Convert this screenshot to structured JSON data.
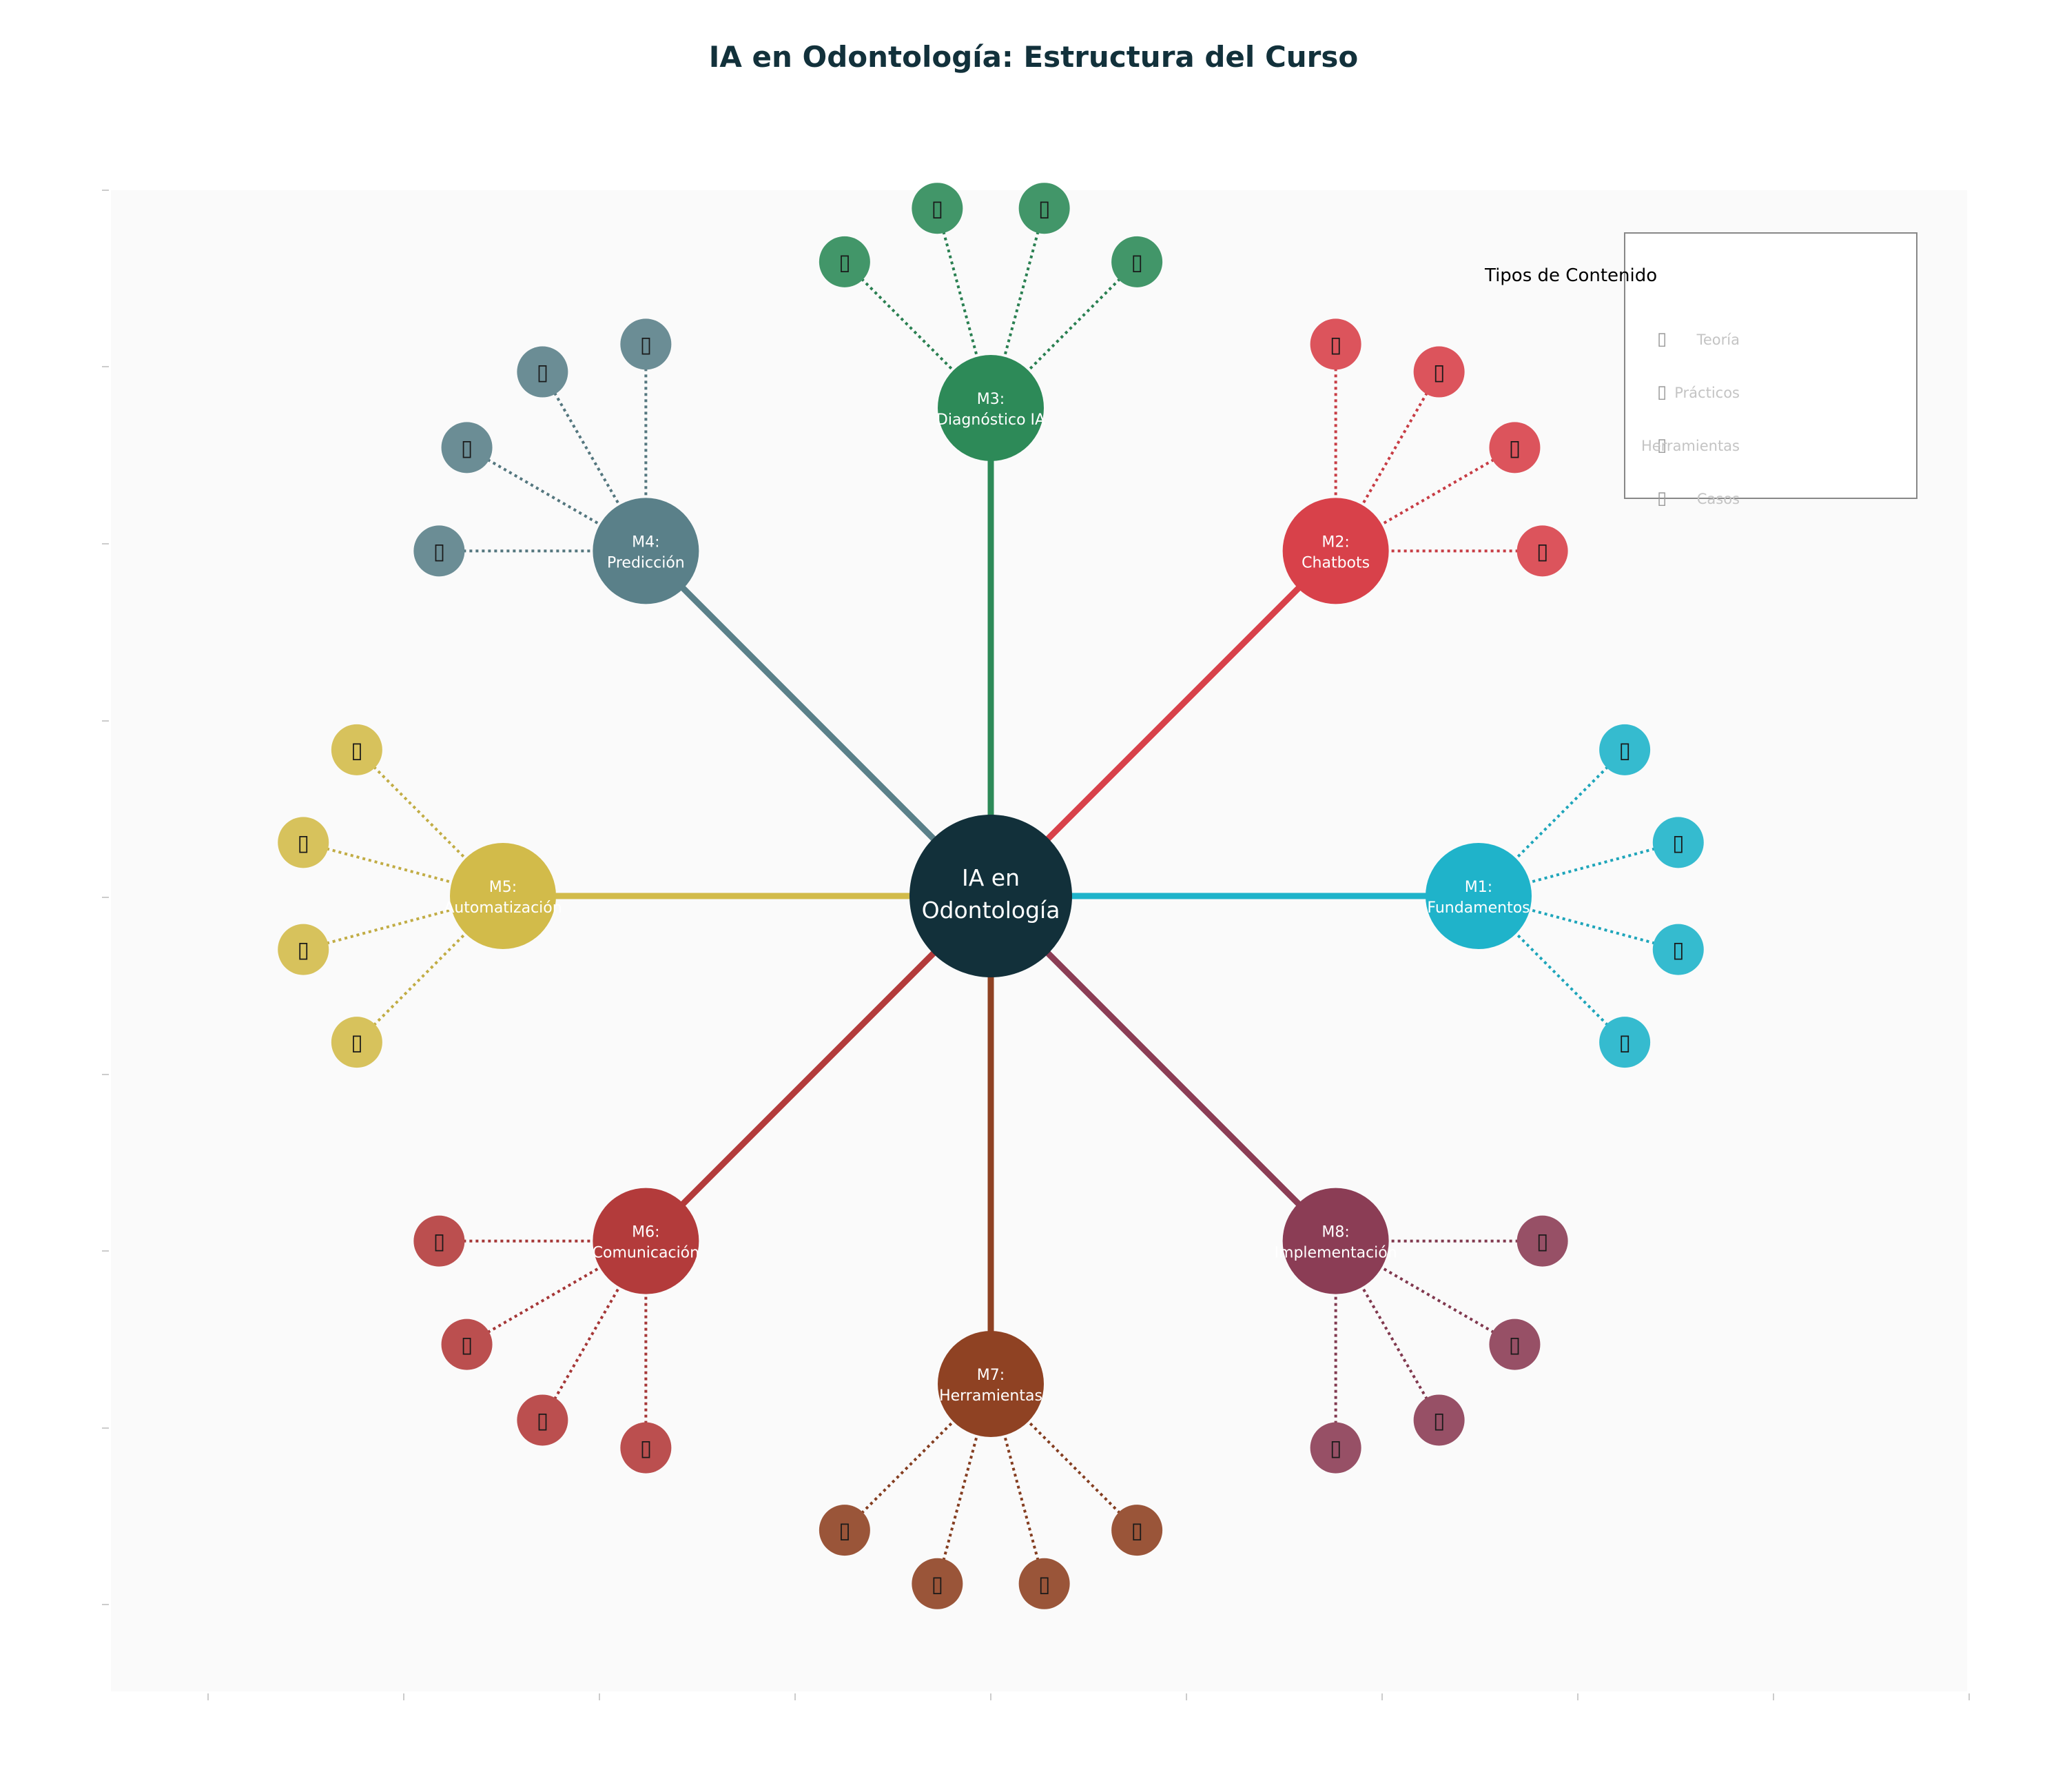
{
  "title": "IA en Odontología: Estructura del Curso",
  "center": {
    "label_line1": "IA en",
    "label_line2": "Odontología",
    "color": "#12303a"
  },
  "modules": [
    {
      "id": "M1",
      "line1": "M1:",
      "line2": "Fundamentos",
      "color": "#1fb3ca",
      "child_icon": "▯"
    },
    {
      "id": "M2",
      "line1": "M2:",
      "line2": "Chatbots",
      "color": "#d8414a",
      "child_icon": "▯"
    },
    {
      "id": "M3",
      "line1": "M3:",
      "line2": "Diagnóstico IA",
      "color": "#2d8a58",
      "child_icon": "▯"
    },
    {
      "id": "M4",
      "line1": "M4:",
      "line2": "Predicción",
      "color": "#5a8089",
      "child_icon": "▯"
    },
    {
      "id": "M5",
      "line1": "M5:",
      "line2": "Automatización",
      "color": "#d2bb4a",
      "child_icon": "▯"
    },
    {
      "id": "M6",
      "line1": "M6:",
      "line2": "Comunicación",
      "color": "#b33b3b",
      "child_icon": "▯"
    },
    {
      "id": "M7",
      "line1": "M7:",
      "line2": "Herramientas",
      "color": "#8f4223",
      "child_icon": "▯"
    },
    {
      "id": "M8",
      "line1": "M8:",
      "line2": "Implementación",
      "color": "#8b3d55",
      "child_icon": "▯"
    }
  ],
  "legend": {
    "title": "Tipos de Contenido",
    "items": [
      {
        "icon": "▯",
        "label": "Teoría"
      },
      {
        "icon": "▯",
        "label": "Prácticos"
      },
      {
        "icon": "▯",
        "label": "Herramientas"
      },
      {
        "icon": "▯",
        "label": "Casos"
      }
    ]
  },
  "colors": {
    "plot_background": "#fafafa",
    "title": "#12313b"
  }
}
